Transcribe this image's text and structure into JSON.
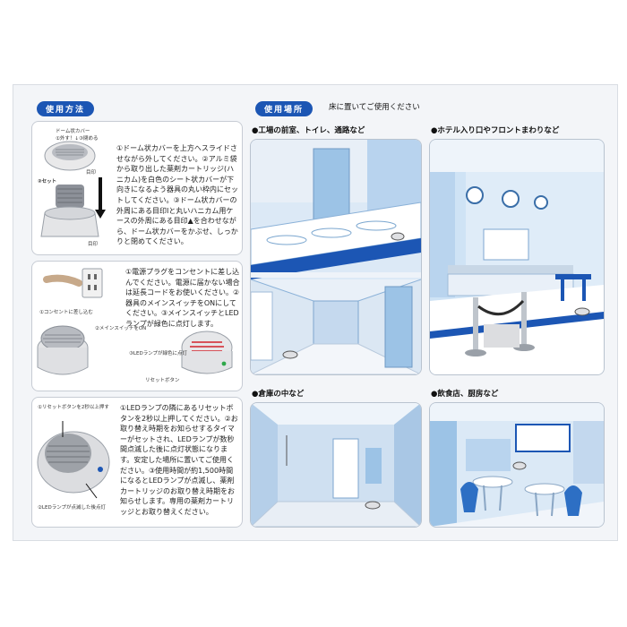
{
  "usage_method": {
    "header": "使用方法",
    "step1": {
      "fig_dome": "ドーム状カバー",
      "fig_open": "①外す！↓③閉める",
      "fig_mark": "目印",
      "fig_set": "②セット",
      "fig_mark2": "目印",
      "text": "①ドーム状カバーを上方へスライドさせながら外してください。②アルミ袋から取り出した薬剤カートリッジ(ハニカム)を白色のシート状カバーが下向きになるよう器具の丸い枠内にセットしてください。③ドーム状カバーの外周にある目印Iと丸いハニカム用ケースの外周にある目印▲を合わせながら、ドーム状カバーをかぶせ、しっかりと閉めてください。"
    },
    "step2": {
      "fig_outlet": "①コンセントに差し込む",
      "fig_switch": "②メインスイッチをON",
      "fig_led": "③LEDランプが緑色に点灯",
      "fig_reset": "リセットボタン",
      "text": "①電源プラグをコンセントに差し込んでください。電源に届かない場合は延長コードをお使いください。②器具のメインスイッチをONにしてください。③メインスイッチとLEDランプが緑色に点灯します。"
    },
    "step3": {
      "fig_reset": "①リセットボタンを2秒以上押す",
      "fig_led": "②LEDランプが点滅した後点灯",
      "text": "①LEDランプの隣にあるリセットボタンを2秒以上押してください。②お取り替え時期をお知らせするタイマーがセットされ、LEDランプが数秒間点滅した後に点灯状態になります。安定した場所に置いてご使用ください。③使用時間が約1,500時間になるとLEDランプが点滅し、薬剤カートリッジのお取り替え時期をお知らせします。専用の薬剤カートリッジとお取り替えください。"
    }
  },
  "usage_place": {
    "header": "使用場所",
    "subheader": "床に置いてご使用ください",
    "scenes": [
      "●工場の前室、トイレ、通路など",
      "●ホテル入り口やフロントまわりなど",
      "●倉庫の中など",
      "●飲食店、厨房など"
    ]
  },
  "colors": {
    "brand_blue": "#1c56b4",
    "accent_red": "#d2232a",
    "scene_blue": "#9cc3e6"
  }
}
